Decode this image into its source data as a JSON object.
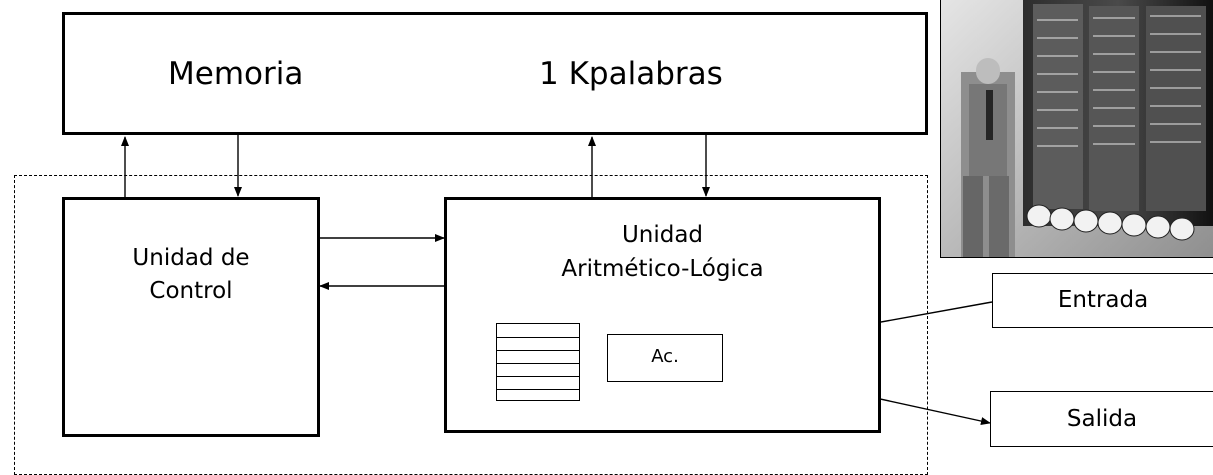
{
  "memory": {
    "name": "Memoria",
    "size": "1 Kpalabras"
  },
  "control_unit": {
    "label_line1": "Unidad de",
    "label_line2": "Control"
  },
  "alu": {
    "label_line1": "Unidad",
    "label_line2": "Aritmético-Lógica",
    "accumulator": "Ac.",
    "register_count": 6
  },
  "io": {
    "input": "Entrada",
    "output": "Salida"
  }
}
